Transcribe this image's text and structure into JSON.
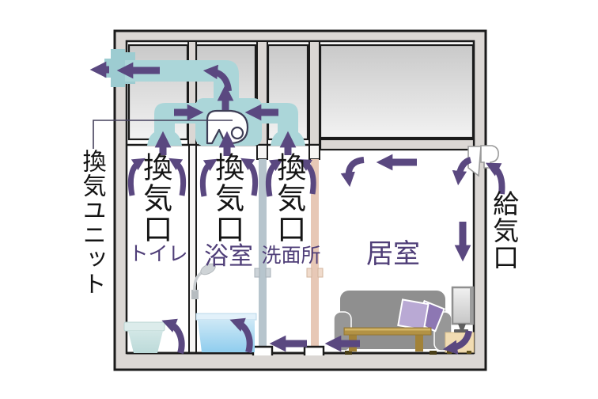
{
  "diagram": {
    "type": "home-ventilation-airflow-cutaway",
    "unit_label": "換気ユニット",
    "supply_vent_label": "給気口",
    "rooms": [
      {
        "name": "トイレ",
        "vent_label": "換気口"
      },
      {
        "name": "浴室",
        "vent_label": "換気口"
      },
      {
        "name": "洗面所",
        "vent_label": "換気口"
      },
      {
        "name": "居室",
        "vent_label": ""
      }
    ],
    "colors": {
      "duct": "#abd6d9",
      "duct_cap": "#9dccd1",
      "arrow": "#5a4880",
      "room_name_text": "#4f3e78",
      "label_text": "#141414",
      "wall": "#dbd7d4",
      "bath_door": "#b7c5cd",
      "wash_door": "#e7c8b6"
    }
  }
}
